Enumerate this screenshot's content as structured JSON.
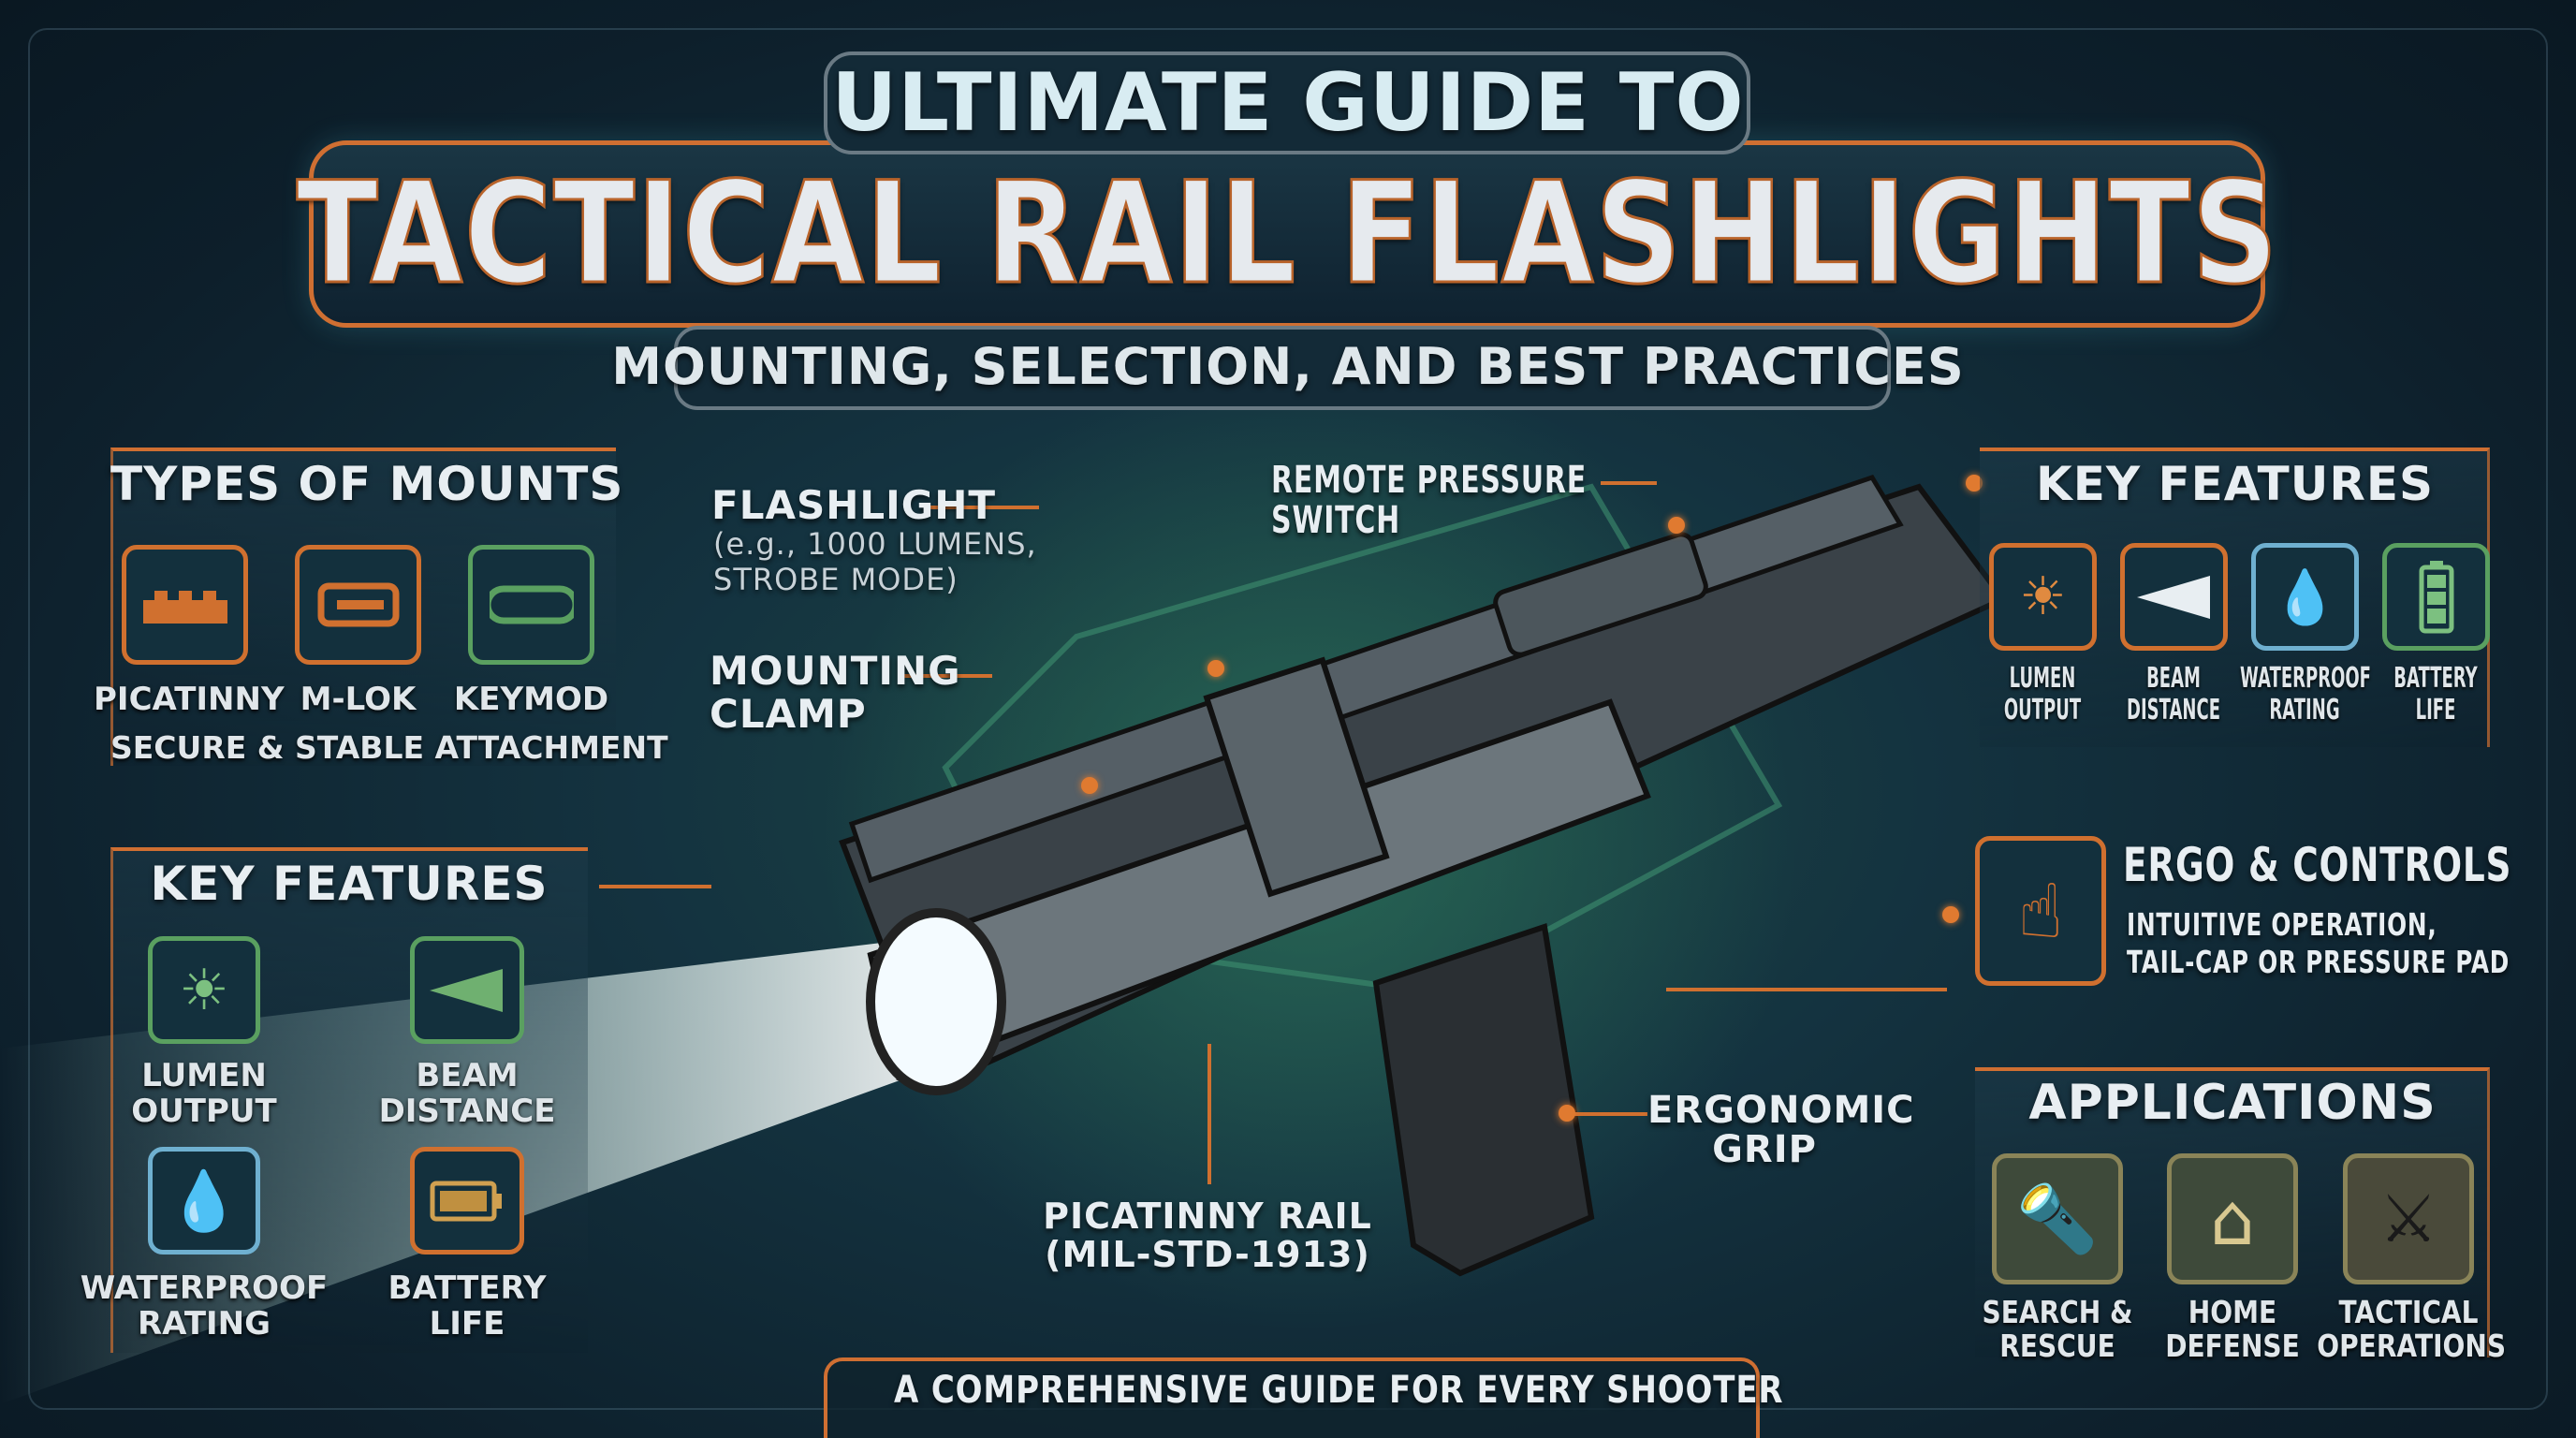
{
  "header": {
    "kicker": "ULTIMATE GUIDE TO",
    "title": "TACTICAL RAIL FLASHLIGHTS",
    "subtitle": "MOUNTING, SELECTION, AND BEST PRACTICES"
  },
  "mounts": {
    "title": "TYPES OF MOUNTS",
    "items": [
      {
        "label": "PICATINNY",
        "icon": "picatinny-rail-icon"
      },
      {
        "label": "M-LOK",
        "icon": "m-lok-slot-icon"
      },
      {
        "label": "KEYMOD",
        "icon": "keymod-slot-icon"
      }
    ],
    "caption": "SECURE & STABLE ATTACHMENT"
  },
  "left_features": {
    "title": "KEY FEATURES",
    "items": [
      {
        "label": "LUMEN OUTPUT",
        "icon": "sun-icon"
      },
      {
        "label": "BEAM DISTANCE",
        "icon": "beam-icon"
      },
      {
        "label": "WATERPROOF RATING",
        "icon": "water-drop-icon"
      },
      {
        "label": "BATTERY LIFE",
        "icon": "battery-icon"
      }
    ]
  },
  "right_features": {
    "title": "KEY FEATURES",
    "items": [
      {
        "label": "LUMEN OUTPUT",
        "icon": "bulb-icon"
      },
      {
        "label": "BEAM DISTANCE",
        "icon": "beam-icon"
      },
      {
        "label": "WATERPROOF RATING",
        "icon": "water-drop-icon"
      },
      {
        "label": "BATTERY LIFE",
        "icon": "battery-icon"
      }
    ]
  },
  "ergo": {
    "title": "ERGO & CONTROLS",
    "line1": "INTUITIVE OPERATION,",
    "line2": "TAIL-CAP OR PRESSURE PAD",
    "icon": "finger-tap-icon"
  },
  "applications": {
    "title": "APPLICATIONS",
    "items": [
      {
        "l1": "SEARCH &",
        "l2": "RESCUE"
      },
      {
        "l1": "HOME",
        "l2": "DEFENSE"
      },
      {
        "l1": "TACTICAL",
        "l2": "OPERATIONS"
      }
    ]
  },
  "callouts": {
    "flashlight": "FLASHLIGHT",
    "flashlight_note1": "(e.g., 1000 LUMENS,",
    "flashlight_note2": "STROBE MODE)",
    "switch1": "REMOTE PRESSURE",
    "switch2": "SWITCH",
    "clamp1": "MOUNTING",
    "clamp2": "CLAMP",
    "rail1": "PICATINNY RAIL",
    "rail2": "(MIL-STD-1913)",
    "grip1": "ERGONOMIC",
    "grip2": "GRIP"
  },
  "footer": "A COMPREHENSIVE GUIDE FOR EVERY SHOOTER",
  "colors": {
    "accent": "#cf6f32",
    "green": "#5aa060",
    "blue": "#6fb0d0",
    "bg": "#0f2330"
  }
}
